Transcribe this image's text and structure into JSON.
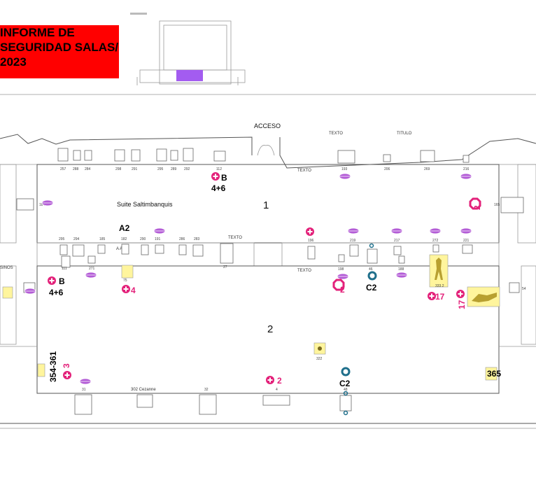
{
  "report_title": [
    "INFORME DE",
    "SEGURIDAD SALAS/",
    "2023"
  ],
  "colors": {
    "title_bg": "#ff0000",
    "pink": "#e3217a",
    "purple": "#b35cd6",
    "blue": "#1f6f8b",
    "highlight": "#fff59d",
    "minimap_room": "#a35cf0"
  },
  "labels": {
    "acceso": "ACCESO",
    "texto": "TEXTO",
    "titulo": "TITULO",
    "suite": "Suite Saltimbanquis",
    "room1": "1",
    "room2": "2",
    "cezanne": "302 Cezanne",
    "sinos": "SINOS",
    "a2": "A2",
    "aa": "A  A"
  },
  "markers": {
    "b46_top": [
      "B",
      "4+6"
    ],
    "b46_left": [
      "B",
      "4+6"
    ],
    "plus4": "4",
    "plus2_right": "2",
    "plus2_bottom": "2",
    "plus3": "3",
    "plus17_a": "17",
    "plus17_b": "17",
    "o2_mid": "2",
    "c2_mid": "C2",
    "c2_bottom": "C2"
  },
  "artwork_numbers": {
    "top_row": [
      "257",
      "288",
      "284",
      "298",
      "291",
      "295",
      "289",
      "292",
      "112"
    ],
    "top_right": [
      "193",
      "206",
      "269",
      "216"
    ],
    "mid_upper": [
      "295",
      "294",
      "185",
      "182",
      "290",
      "191",
      "286",
      "283",
      "27"
    ],
    "mid_lower": [
      "111",
      "271",
      "75"
    ],
    "mid_right_upper": [
      "196",
      "219",
      "217",
      "272",
      "221"
    ],
    "mid_right_lower": [
      "198",
      "46",
      "188",
      "333.2"
    ],
    "left_wall": "184",
    "right_wall": "165",
    "right_small": "54",
    "room2_center": "322",
    "bottom": [
      "31",
      "32",
      "4",
      "48"
    ],
    "vertical_left": "354-361",
    "vertical_right": "365"
  }
}
